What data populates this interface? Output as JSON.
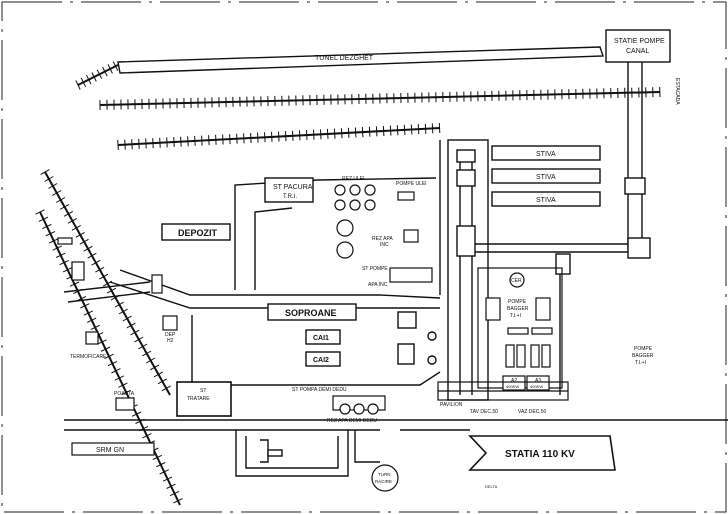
{
  "labels": {
    "tunel": "TUNEL DEZGHET",
    "statie_pompe_canal_1": "STATIE POMPE",
    "statie_pompe_canal_2": "CANAL",
    "estacada": "ESTACADA",
    "stiva": "STIVA",
    "depozit": "DEPOZIT",
    "st_pacura_1": "ST PACURA",
    "st_pacura_2": "T.R.I.",
    "rez_ulei": "REZ ULEI",
    "pompe_ulei": "POMPE ULEI",
    "rez_apa_inc_1": "REZ APA",
    "rez_apa_inc_2": "INC",
    "st_pompe": "ST POMPE",
    "apa_inc": "APA INC",
    "soproane": "SOPROANE",
    "cai1": "CAI1",
    "cai2": "CAI2",
    "st_pompa_demi": "ST POMPA DEMI DEDU",
    "rez_apa_demi": "REZ APA DEMI DEDU",
    "cer": "CER",
    "pompe_bagger_1": "POMPE",
    "pompe_bagger_2": "BAGGER",
    "pompe_bagger_3": "T.I.+I",
    "pompe_bagger_r_1": "POMPE",
    "pompe_bagger_r_2": "BAGGER",
    "pompe_bagger_r_3": "T.I.+I",
    "a2_1": "A2",
    "a2_2": "400KW",
    "a3_1": "A3",
    "a3_2": "400KW",
    "pavilion": "PAVILION",
    "tav_dec": "TAV DEC.50",
    "vaz_dec": "VAZ DEC.50",
    "termoficare": "TERMOFICARE",
    "dep_h2_1": "DEP",
    "dep_h2_2": "H2",
    "poarta": "POARTA",
    "st_tratare_1": "ST",
    "st_tratare_2": "TRATARE",
    "srm": "SRM GN",
    "statia_110": "STATIA 110 KV",
    "turn_racire_1": "TURN",
    "turn_racire_2": "RACIRE",
    "small_note": "DELTA"
  }
}
